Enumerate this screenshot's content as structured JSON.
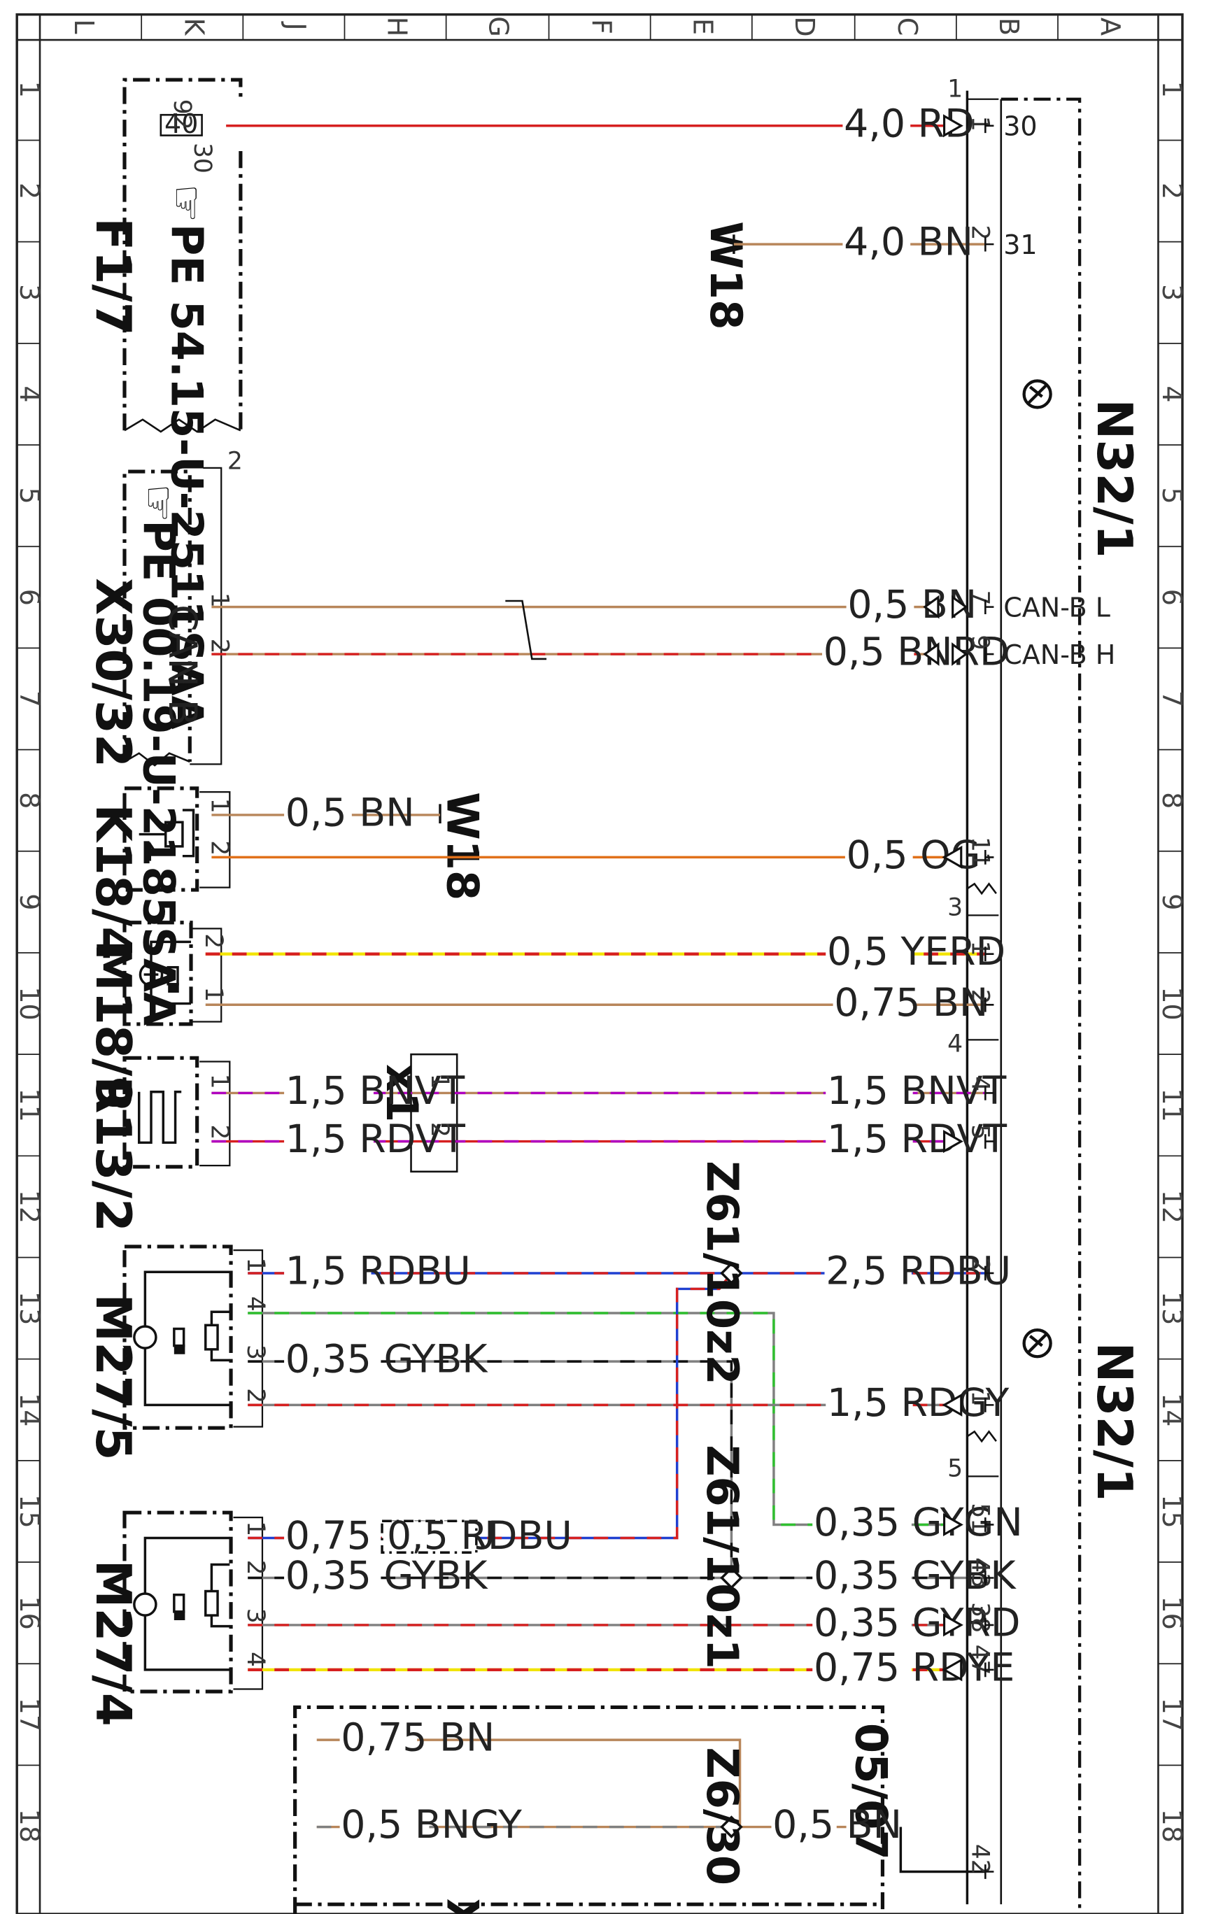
{
  "grid": {
    "columns": [
      "L",
      "K",
      "J",
      "H",
      "G",
      "F",
      "E",
      "D",
      "C",
      "B",
      "A"
    ],
    "rows": [
      "1",
      "2",
      "3",
      "4",
      "5",
      "6",
      "7",
      "8",
      "9",
      "10",
      "11",
      "12",
      "13",
      "14",
      "15",
      "16",
      "17",
      "18"
    ]
  },
  "components": {
    "f17": {
      "id": "F1/7",
      "part": "PE 54.15-U-2511SAA",
      "pin_a": "40",
      "pin_b": "92",
      "pin_c": "30"
    },
    "x30": {
      "id": "X30/32",
      "part": "PE 00.19-U-2185SAA",
      "bus": "CAN B",
      "conn": "2"
    },
    "k18": {
      "id": "K18/4"
    },
    "m18": {
      "id": "M18/9"
    },
    "r13": {
      "id": "R13/2"
    },
    "x1": {
      "id": "x1"
    },
    "m275": {
      "id": "M27/5"
    },
    "m274": {
      "id": "M27/4"
    },
    "n32_top": {
      "id": "N32/1"
    },
    "n32_bot": {
      "id": "N32/1"
    },
    "w18_a": {
      "id": "W18"
    },
    "w18_b": {
      "id": "W18"
    },
    "z61_10z2": {
      "id": "Z61/10z2"
    },
    "z61_10z1": {
      "id": "Z61/10z1"
    },
    "z6_30": {
      "id": "Z6/30"
    },
    "ref_0507": {
      "id": "05/07"
    },
    "bottom_box": {
      "id": "X"
    }
  },
  "connectors": {
    "c1": "1",
    "c2": "2",
    "c3": "3",
    "c4": "4",
    "c5": "5"
  },
  "wires": {
    "w1": {
      "label": "4,0 RD",
      "colors": [
        "#d62020"
      ]
    },
    "w2": {
      "label": "4,0 BN",
      "colors": [
        "#b8865a"
      ]
    },
    "w3": {
      "label": "0,5 BN",
      "colors": [
        "#b8865a"
      ]
    },
    "w4": {
      "label": "0,5 BNRD",
      "colors": [
        "#b8865a",
        "#d62020"
      ]
    },
    "w5a": {
      "label": "0,5 BN",
      "colors": [
        "#b8865a"
      ]
    },
    "w5b": {
      "label": "0,5 OG",
      "colors": [
        "#e0701a"
      ]
    },
    "w6": {
      "label": "0,5 YERD",
      "colors": [
        "#f2e400",
        "#d62020"
      ]
    },
    "w7": {
      "label": "0,75 BN",
      "colors": [
        "#b8865a"
      ]
    },
    "w8a": {
      "label": "1,5 BNVT",
      "colors": [
        "#b8865a",
        "#b000c0"
      ]
    },
    "w8b": {
      "label": "1,5 BNVT",
      "colors": [
        "#b8865a",
        "#b000c0"
      ]
    },
    "w9a": {
      "label": "1,5 RDVT",
      "colors": [
        "#d62020",
        "#b000c0"
      ]
    },
    "w9b": {
      "label": "1,5 RDVT",
      "colors": [
        "#d62020",
        "#b000c0"
      ]
    },
    "w10a": {
      "label": "1,5 RDBU",
      "colors": [
        "#d62020",
        "#2040d0"
      ]
    },
    "w10b": {
      "label": "2,5 RDBU",
      "colors": [
        "#d62020",
        "#2040d0"
      ]
    },
    "w11": {
      "label": "0,35 GYBK",
      "colors": [
        "#808080",
        "#111111"
      ]
    },
    "w12": {
      "label": "1,5 RDGY",
      "colors": [
        "#d62020",
        "#808080"
      ]
    },
    "w13": {
      "label": "0,35 GYGN",
      "colors": [
        "#808080",
        "#30c030"
      ]
    },
    "w14a": {
      "label": "0,75 RDBU",
      "colors": [
        "#d62020",
        "#2040d0"
      ]
    },
    "w14b": {
      "label": "0,5 RDBU",
      "colors": [
        "#d62020",
        "#2040d0"
      ]
    },
    "w15a": {
      "label": "0,35 GYBK",
      "colors": [
        "#808080",
        "#111111"
      ]
    },
    "w15b": {
      "label": "0,35 GYBK",
      "colors": [
        "#808080",
        "#111111"
      ]
    },
    "w16": {
      "label": "0,35 GYRD",
      "colors": [
        "#808080",
        "#d62020"
      ]
    },
    "w17": {
      "label": "0,75 RDYE",
      "colors": [
        "#d62020",
        "#f2e400"
      ]
    },
    "w18": {
      "label": "0,75 BN",
      "colors": [
        "#b8865a"
      ]
    },
    "w19a": {
      "label": "0,5 BNGY",
      "colors": [
        "#b8865a",
        "#808080"
      ]
    },
    "w19b": {
      "label": "0,5 BN",
      "colors": [
        "#b8865a"
      ]
    }
  },
  "pins": {
    "p30": "30",
    "p31": "31",
    "canl": "CAN-B L",
    "canh": "CAN-B H",
    "n1": "1",
    "n2": "2",
    "n3": "3",
    "n4": "4",
    "n5": "5",
    "n7": "7",
    "n9": "9",
    "n11": "11",
    "n38": "38",
    "n42": "42",
    "n43": "43",
    "n47": "47",
    "n51": "51"
  }
}
